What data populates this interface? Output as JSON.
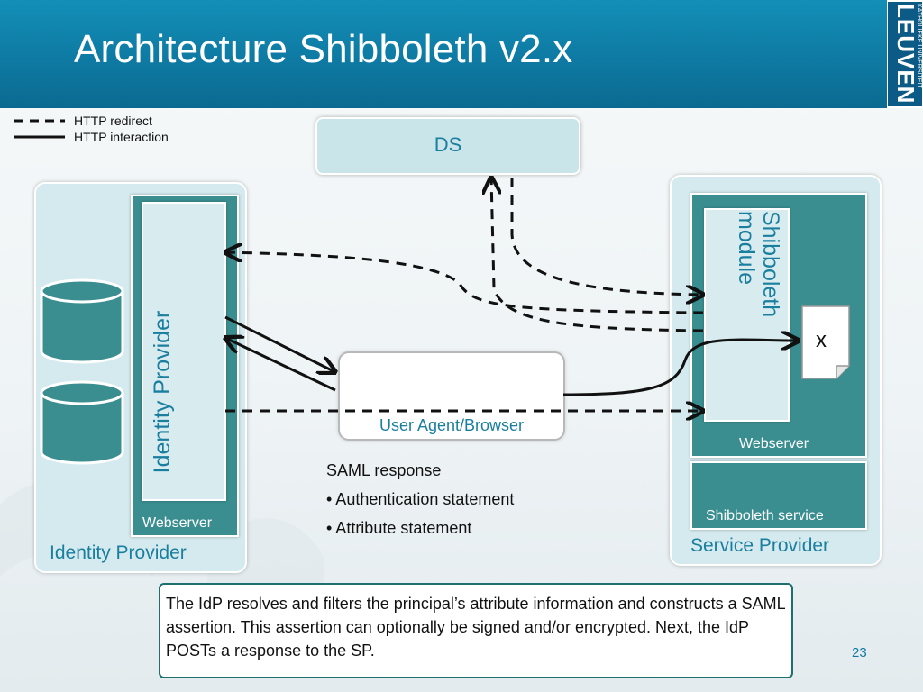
{
  "slide": {
    "title": "Architecture Shibboleth v2.x",
    "page_number": "23"
  },
  "logo": {
    "main": "LEUVEN",
    "sub": "KATHOLIEKE UNIVERSITEIT"
  },
  "legend": {
    "redirect": "HTTP redirect",
    "interaction": "HTTP interaction"
  },
  "ds": {
    "label": "DS"
  },
  "identity_provider": {
    "panel_label": "Identity Provider",
    "vertical_label": "Identity Provider",
    "webserver_label": "Webserver"
  },
  "service_provider": {
    "panel_label": "Service Provider",
    "module_label_line1": "Shibboleth",
    "module_label_line2": "module",
    "webserver_label": "Webserver",
    "service_label": "Shibboleth service",
    "document_label": "x"
  },
  "user_agent": {
    "label": "User Agent/Browser"
  },
  "saml": {
    "heading": "SAML response",
    "items": [
      "• Authentication statement",
      "• Attribute statement"
    ]
  },
  "note": {
    "text": "The IdP resolves and filters the principal’s attribute information and constructs a SAML assertion. This assertion can optionally be signed and/or encrypted. Next, the IdP POSTs a response to the SP."
  },
  "colors": {
    "header": "#0e7aa3",
    "teal_box": "#3a8e90",
    "light_box": "#d8ecf0",
    "accent_text": "#1a7f9e"
  }
}
